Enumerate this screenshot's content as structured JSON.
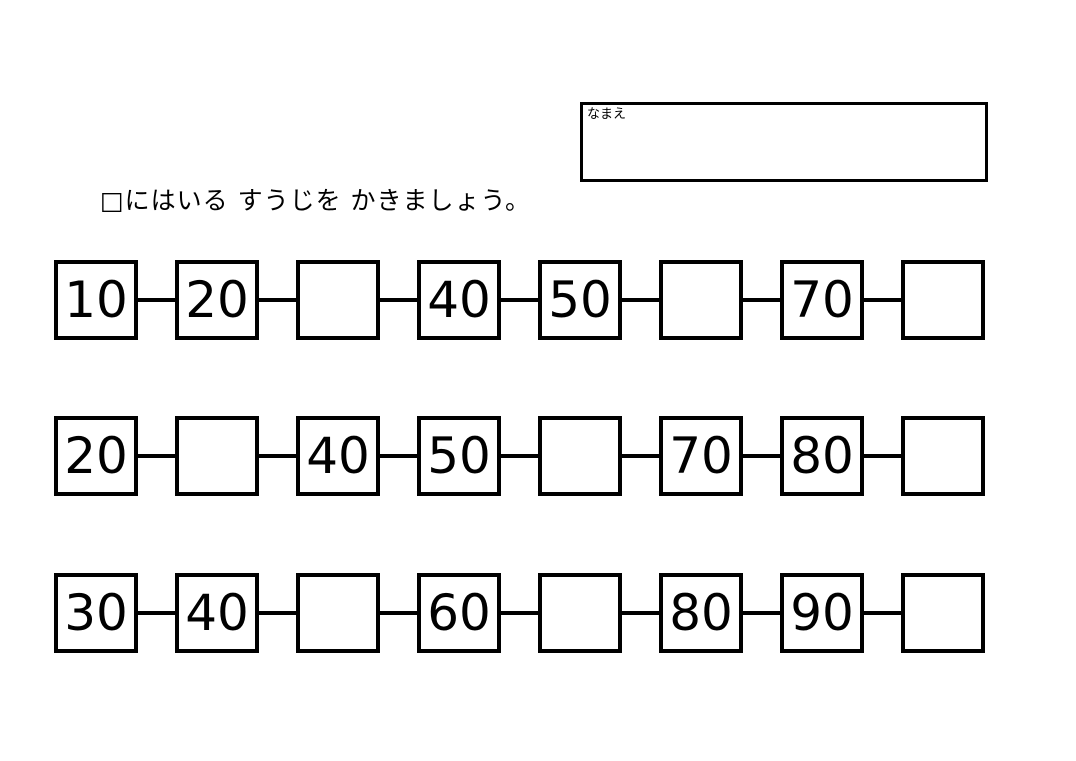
{
  "page": {
    "background_color": "#ffffff",
    "line_color": "#000000",
    "text_color": "#000000"
  },
  "name_box": {
    "label": "なまえ",
    "value": ""
  },
  "instruction": "□にはいる すうじを かきましょう。",
  "worksheet": {
    "rows": [
      {
        "cells": [
          "10",
          "20",
          "",
          "40",
          "50",
          "",
          "70",
          ""
        ]
      },
      {
        "cells": [
          "20",
          "",
          "40",
          "50",
          "",
          "70",
          "80",
          ""
        ]
      },
      {
        "cells": [
          "30",
          "40",
          "",
          "60",
          "",
          "80",
          "90",
          ""
        ]
      }
    ]
  }
}
